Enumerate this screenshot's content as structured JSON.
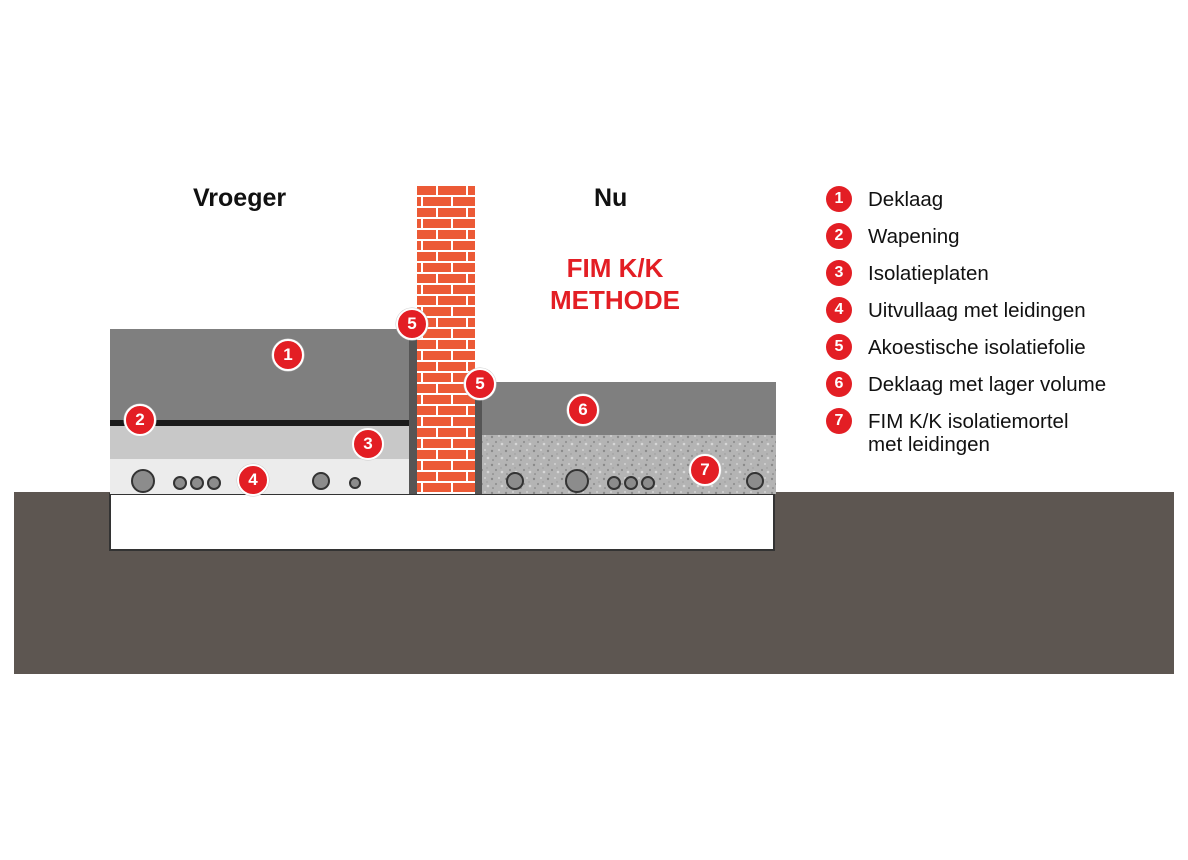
{
  "titles": {
    "left": "Vroeger",
    "right": "Nu"
  },
  "method": {
    "line1": "FIM K/K",
    "line2": "METHODE"
  },
  "markers": [
    "1",
    "2",
    "3",
    "4",
    "5",
    "5",
    "6",
    "7"
  ],
  "legend": [
    {
      "num": "1",
      "label": "Deklaag"
    },
    {
      "num": "2",
      "label": "Wapening"
    },
    {
      "num": "3",
      "label": "Isolatieplaten"
    },
    {
      "num": "4",
      "label": "Uitvullaag met leidingen"
    },
    {
      "num": "5",
      "label": "Akoestische isolatiefolie"
    },
    {
      "num": "6",
      "label": "Deklaag met lager volume"
    },
    {
      "num": "7",
      "label": "FIM K/K isolatiemortel",
      "label2": "met leidingen"
    }
  ],
  "colors": {
    "ground": "#5d5651",
    "screed": "#7f7f7f",
    "insulation": "#c8c8c8",
    "fill_layer": "#ececec",
    "brick": "#ec5a36",
    "mortar": "#ffffff",
    "accent_red": "#e31e24"
  }
}
